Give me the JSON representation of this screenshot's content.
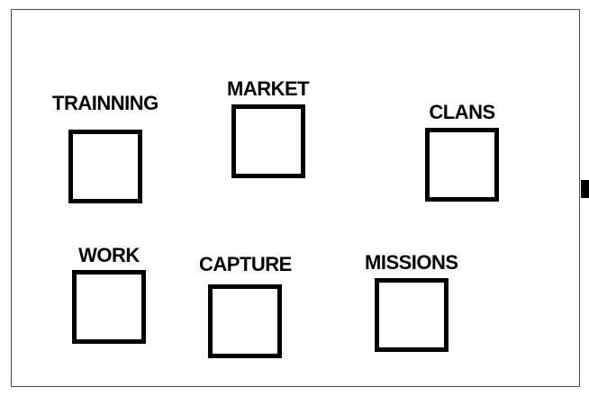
{
  "menu": {
    "items": [
      {
        "id": "training",
        "label": "TRAINNING"
      },
      {
        "id": "market",
        "label": "MARKET"
      },
      {
        "id": "clans",
        "label": "CLANS"
      },
      {
        "id": "work",
        "label": "WORK"
      },
      {
        "id": "capture",
        "label": "CAPTURE"
      },
      {
        "id": "missions",
        "label": "MISSIONS"
      }
    ]
  },
  "colors": {
    "background": "#ffffff",
    "frame_border": "#4a4a4a",
    "box_border": "#000000",
    "text": "#000000"
  }
}
